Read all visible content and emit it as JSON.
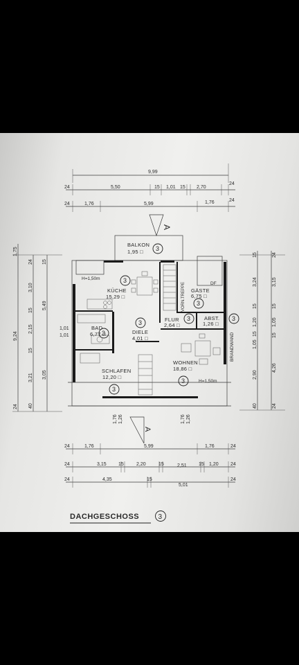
{
  "plan": {
    "title": "DACHGESCHOSS",
    "title_number": "3",
    "section_marker": "A",
    "rooms": [
      {
        "id": "balkon",
        "name": "BALKON",
        "area": "1,95 □"
      },
      {
        "id": "kueche",
        "name": "KÜCHE",
        "area": "15,29 □"
      },
      {
        "id": "gaeste",
        "name": "GÄSTE",
        "area": "6,75 □"
      },
      {
        "id": "bad",
        "name": "BAD",
        "area": "6,77 □"
      },
      {
        "id": "diele",
        "name": "DIELE",
        "area": "4,01 □"
      },
      {
        "id": "flur",
        "name": "FLUR",
        "area": "2,64 □"
      },
      {
        "id": "abst",
        "name": "ABST.",
        "area": "1,26 □"
      },
      {
        "id": "schlafen",
        "name": "SCHLAFEN",
        "area": "12,20 □"
      },
      {
        "id": "wohnen",
        "name": "WOHNEN",
        "area": "18,86 □"
      }
    ],
    "notes": {
      "h150_top": "H=1,50m",
      "h150_bottom": "H=1,50m",
      "vorn_treppe": "VORN.TREPPE",
      "df": "DF",
      "brandwand": "BRANDWAND"
    },
    "dims_top": {
      "row1": [
        "9,99"
      ],
      "row2": [
        "24",
        "5,50",
        "15",
        "1,01",
        "15",
        "2,70",
        "24"
      ],
      "row3": [
        "24",
        "1,76",
        "5,99",
        "1,76",
        "24"
      ]
    },
    "dims_bottom": {
      "row1": [
        "24",
        "1,76",
        "5,99",
        "1,76",
        "24"
      ],
      "row2": [
        "24",
        "3,15",
        "15",
        "2,20",
        "15",
        "2,51",
        "15",
        "1,20",
        "24"
      ],
      "row3": [
        "24",
        "4,35",
        "15",
        "5,01",
        "24"
      ]
    },
    "dims_left": {
      "outer": [
        "1,75",
        "9,24",
        "24"
      ],
      "col1": [
        "24",
        "3,10",
        "15",
        "2,15",
        "15",
        "3,21",
        "40"
      ],
      "col2": [
        "15",
        "5,49",
        "3,05"
      ],
      "bad_side": [
        "1,01",
        "1,01"
      ]
    },
    "dims_right": {
      "col1": [
        "15",
        "3,24",
        "15",
        "1,20",
        "15",
        "1,05",
        "2,90",
        "40"
      ],
      "col2": [
        "24",
        "3,15",
        "15",
        "1,05",
        "15",
        "4,26",
        "24"
      ]
    },
    "dims_middle": {
      "a": [
        "1,76",
        "1,26"
      ],
      "b": [
        "1,76",
        "1,26"
      ]
    }
  }
}
